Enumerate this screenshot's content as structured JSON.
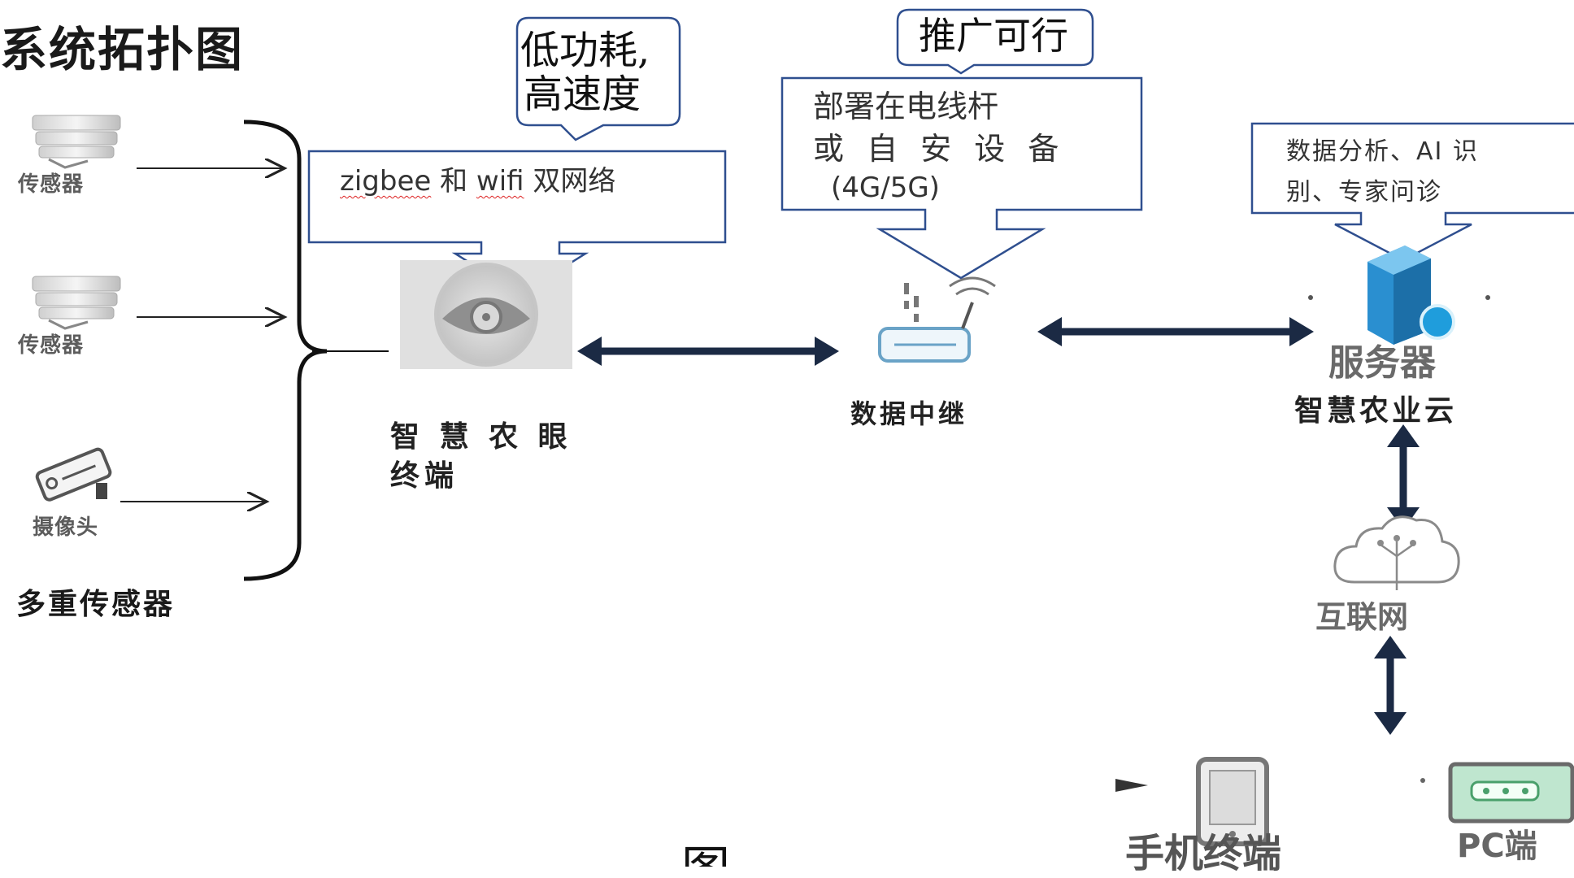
{
  "title": "系统拓扑图",
  "sensors": {
    "sensor_1": "传感器",
    "sensor_2": "传感器",
    "camera": "摄像头",
    "group_label": "多重传感器"
  },
  "terminal": {
    "network_box_zigbee": "zigbee",
    "network_box_and": " 和 ",
    "network_box_wifi": "wifi",
    "network_box_suffix": " 双网络",
    "callout_line1": "低功耗,",
    "callout_line2": "高速度",
    "label_line1": "智 慧 农 眼",
    "label_line2": "终端"
  },
  "relay": {
    "callout": "推广可行",
    "box_line1": "部署在电线杆",
    "box_line2": "或 自 安 设 备",
    "box_line3": "(4G/5G)",
    "label": "数据中继"
  },
  "cloud": {
    "box_line1": "数据分析、AI 识",
    "box_line2": "别、专家问诊",
    "server_label": "服务器",
    "label": "智慧农业云"
  },
  "internet": {
    "label": "互联网"
  },
  "clients": {
    "phone": "手机终端",
    "pc": "PC端"
  },
  "bottom_char": "图",
  "colors": {
    "outline_blue": "#2f4f8f",
    "arrow_navy": "#1b2a44",
    "server_blue": "#2a8fd0"
  }
}
